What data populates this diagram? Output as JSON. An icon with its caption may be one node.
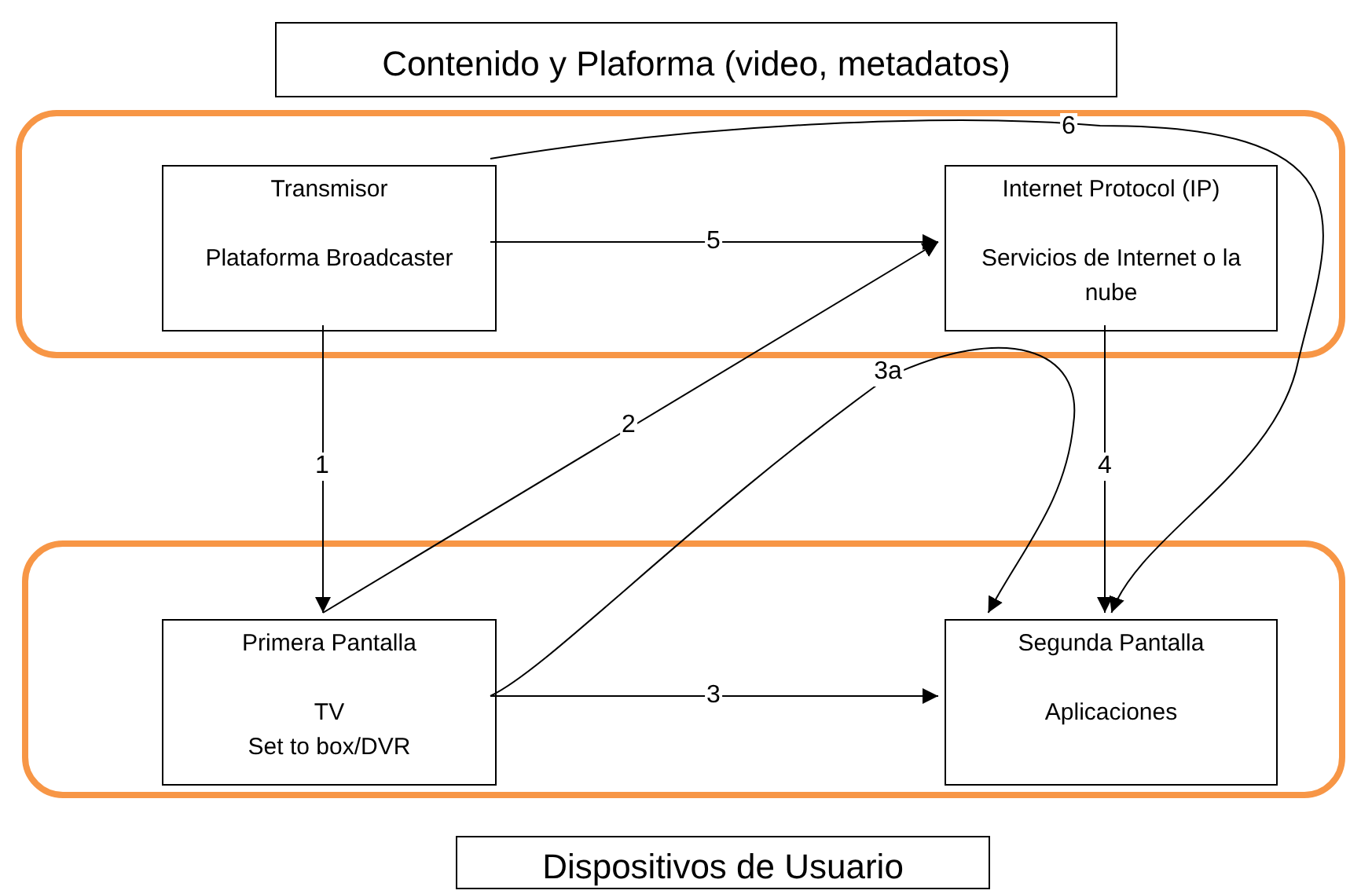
{
  "diagram": {
    "nodes": [
      {
        "text": [
          "Contenido y Plaforma (video, metadatos)"
        ]
      },
      {
        "text": [],
        "shape": "box"
      },
      {
        "text": [
          "Transmisor",
          "Plataforma Broadcaster"
        ],
        "in": 1
      },
      {
        "text": [
          "Internet Protocol (IP)",
          "Servicios de Internet o la nube"
        ],
        "in": 1
      },
      {
        "text": [],
        "shape": "box"
      },
      {
        "text": [
          "Primera Pantalla",
          "TV",
          "Set to box/DVR"
        ],
        "in": 4
      },
      {
        "text": [
          "Segunda Pantalla",
          "Aplicaciones"
        ],
        "in": 4
      },
      {
        "text": [
          "Dispositivos de Usuario"
        ]
      }
    ],
    "edges": [
      {
        "from": 2,
        "to": 5,
        "arrow": "to",
        "label": "1"
      },
      {
        "from": 5,
        "to": 3,
        "arrow": "to",
        "label": "2"
      },
      {
        "from": 5,
        "to": 6,
        "arrow": "to",
        "label": "3"
      },
      {
        "from": 5,
        "to": 6,
        "arrow": "to",
        "label": "3a"
      },
      {
        "from": 3,
        "to": 6,
        "arrow": "to",
        "label": "4"
      },
      {
        "from": 2,
        "to": 3,
        "arrow": "to",
        "label": "5"
      },
      {
        "from": 2,
        "to": 6,
        "arrow": "to",
        "label": "6"
      }
    ]
  }
}
